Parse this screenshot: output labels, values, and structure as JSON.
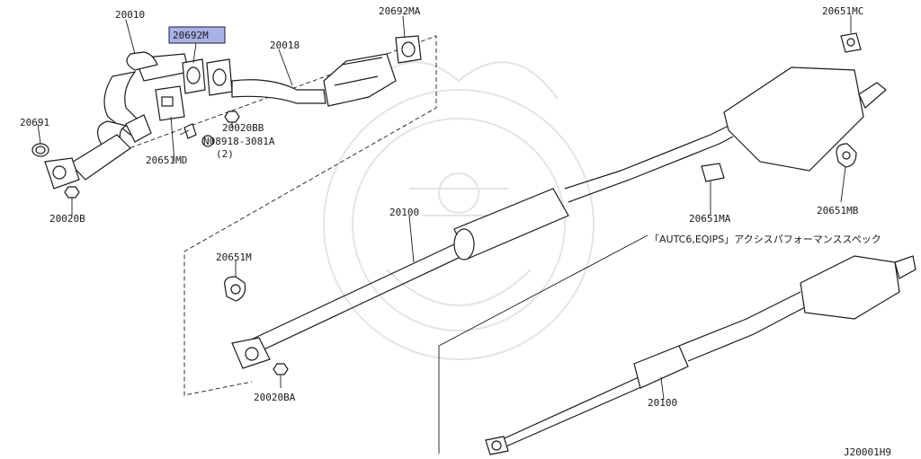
{
  "labels": {
    "p20010": "20010",
    "p20692m": "20692M",
    "p20692ma": "20692MA",
    "p20018": "20018",
    "p20651mc": "20651MC",
    "p20691": "20691",
    "p20020bb": "20020BB",
    "p08918": "N08918-3081A",
    "p08918qty": "(2)",
    "p20651md": "20651MD",
    "p20020b": "20020B",
    "p20100a": "20100",
    "p20651ma": "20651MA",
    "p20651mb": "20651MB",
    "option_note": "「AUTC6,EQIPS」アクシスパフォーマンススペック",
    "p20651m": "20651M",
    "p20020ba": "20020BA",
    "p20100b": "20100",
    "diagram_code": "J20001H9"
  },
  "colors": {
    "highlight": "#a9b2e6",
    "line": "#1a1a1a",
    "watermark": "#e4e4e4"
  }
}
